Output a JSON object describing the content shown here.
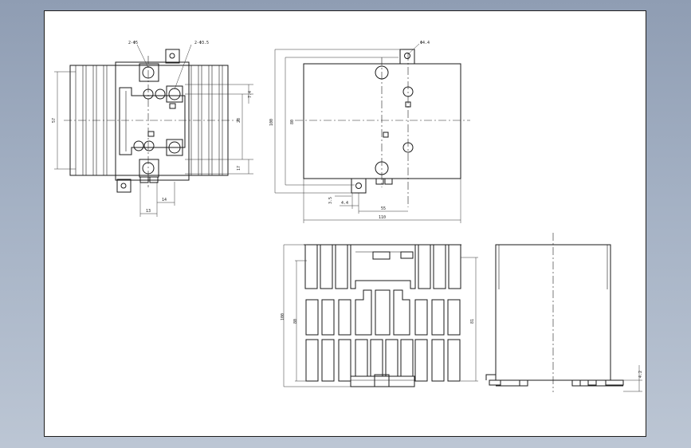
{
  "drawing": {
    "front_view": {
      "callout_hole_small": "2-Φ5",
      "callout_hole_large": "2-Φ3.5",
      "dim_overall_height": "57",
      "dim_top_offset": "7.4",
      "dim_mid": "28",
      "dim_bottom_offset": "17",
      "dim_bottom_left": "13",
      "dim_bottom_right": "14"
    },
    "side_view": {
      "callout_mount_hole": "Φ4.4",
      "dim_outer_height": "100",
      "dim_inner_height": "80",
      "dim_foot_small_a": "3.5",
      "dim_foot_small_b": "4.4",
      "dim_foot_span": "55",
      "dim_overall_width": "110"
    },
    "bottom_view": {
      "dim_height_left": "100",
      "dim_height_left_inner": "80",
      "dim_height_right": "81"
    },
    "end_view": {
      "dim_foot": "4.2"
    }
  }
}
